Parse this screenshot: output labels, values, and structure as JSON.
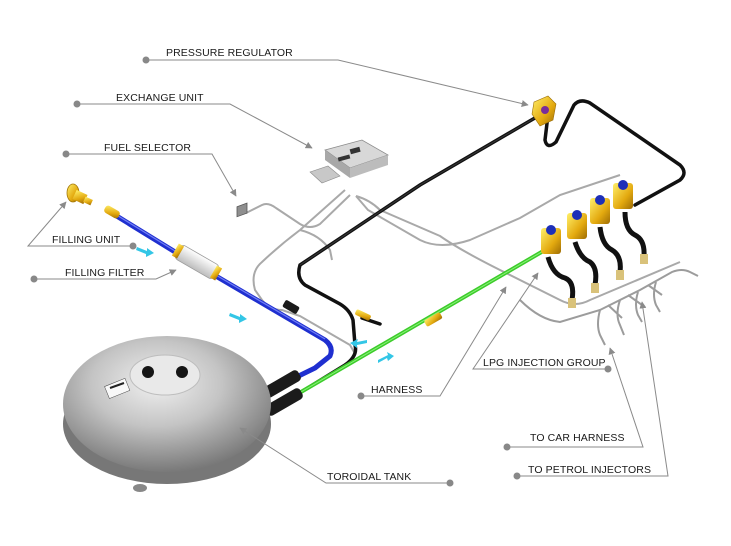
{
  "title": "LPG sequential injection system layout",
  "colors": {
    "leader_line": "#8a8a8a",
    "leader_dot": "#888888",
    "tank": "#b9b9b9",
    "filling_pipe": "#1f2fd0",
    "gas_pipe_black": "#111111",
    "harness_green": "#3ccc2a",
    "brass": "#e9b418",
    "wiring_grey": "#a9a9a9",
    "flow_arrow": "#33c6e6",
    "injector_cap": "#1d2fb8"
  },
  "labels": {
    "pressure_regulator": "PRESSURE REGULATOR",
    "exchange_unit": "EXCHANGE UNIT",
    "fuel_selector": "FUEL SELECTOR",
    "filling_unit": "FILLING UNIT",
    "filling_filter": "FILLING FILTER",
    "harness": "HARNESS",
    "lpg_injection_group": "LPG INJECTION GROUP",
    "to_car_harness": "TO CAR HARNESS",
    "to_petrol_injectors": "TO PETROL INJECTORS",
    "toroidal_tank": "TOROIDAL TANK"
  },
  "icons": {
    "flow_direction": "arrow-icon"
  }
}
